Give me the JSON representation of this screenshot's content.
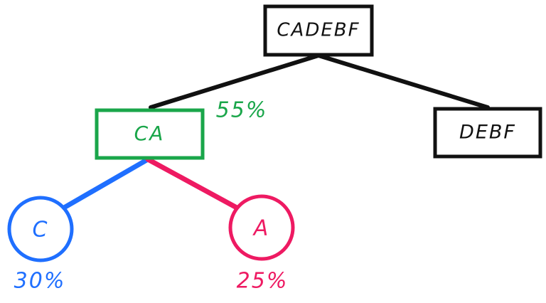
{
  "nodes": {
    "root": {
      "label": "CADEBF"
    },
    "ca": {
      "label": "CA"
    },
    "debf": {
      "label": "DEBF"
    },
    "c": {
      "label": "C"
    },
    "a": {
      "label": "A"
    }
  },
  "percentages": {
    "ca": "55%",
    "c": "30%",
    "a": "25%"
  },
  "colors": {
    "black": "#111111",
    "green": "#1aa64a",
    "blue": "#1f6fff",
    "pink": "#ee1a62"
  }
}
